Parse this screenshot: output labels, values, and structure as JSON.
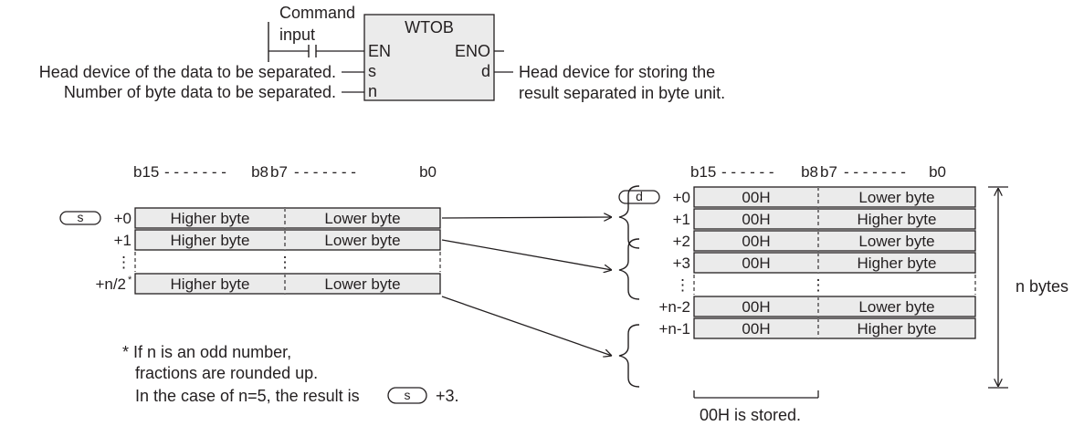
{
  "fb": {
    "name": "WTOB",
    "en": "EN",
    "eno": "ENO",
    "s": "s",
    "n": "n",
    "d": "d",
    "command_line1": "Command",
    "command_line2": "input",
    "s_desc": "Head device of the data to be separated.",
    "n_desc": "Number of byte data to be separated.",
    "d_desc_line1": "Head device for storing the",
    "d_desc_line2": "result separated in byte unit."
  },
  "source": {
    "device": "s",
    "bit_header": {
      "b15": "b15",
      "b8": "b8",
      "b7": "b7",
      "b0": "b0"
    },
    "rows": [
      {
        "offset": "+0",
        "high": "Higher byte",
        "low": "Lower byte"
      },
      {
        "offset": "+1",
        "high": "Higher byte",
        "low": "Lower byte"
      },
      {
        "offset": "⋮",
        "high": "",
        "low": "⋮"
      },
      {
        "offset": "+n/2",
        "offset_mark": "*",
        "high": "Higher byte",
        "low": "Lower byte"
      }
    ]
  },
  "dest": {
    "device": "d",
    "bit_header": {
      "b15": "b15",
      "b8": "b8",
      "b7": "b7",
      "b0": "b0"
    },
    "rows": [
      {
        "offset": "+0",
        "high": "00H",
        "low": "Lower byte"
      },
      {
        "offset": "+1",
        "high": "00H",
        "low": "Higher byte"
      },
      {
        "offset": "+2",
        "high": "00H",
        "low": "Lower byte"
      },
      {
        "offset": "+3",
        "high": "00H",
        "low": "Higher byte"
      },
      {
        "offset": "⋮",
        "high": "",
        "low": "⋮"
      },
      {
        "offset": "+n-2",
        "high": "00H",
        "low": "Lower byte"
      },
      {
        "offset": "+n-1",
        "high": "00H",
        "low": "Higher byte"
      }
    ],
    "size_label": "n bytes",
    "stored_note": "00H is stored."
  },
  "note": {
    "line1": "* If n is an odd number,",
    "line2": "fractions are rounded up.",
    "line3_pre": "In the case of n=5, the result is",
    "line3_device": "s",
    "line3_post": "+3."
  },
  "colors": {
    "cell_fill": "#ebebeb",
    "line": "#231f20",
    "fb_fill": "#ebebeb"
  }
}
